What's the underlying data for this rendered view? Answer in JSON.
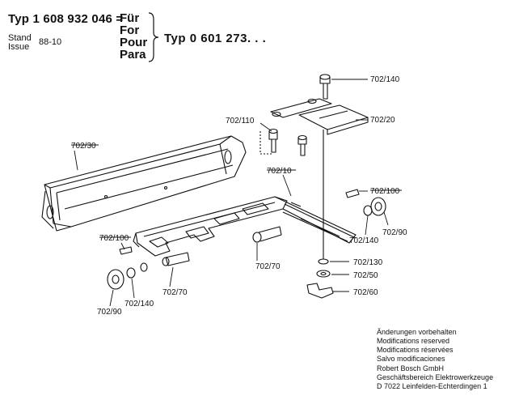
{
  "header": {
    "typ_line": "Typ 1 608 932 046 =",
    "stand_label": "Stand",
    "issue_label": "Issue",
    "issue_value": "88-10",
    "languages": [
      "Für",
      "For",
      "Pour",
      "Para"
    ],
    "target_type": "Typ 0 601 273. . ."
  },
  "parts": {
    "p702_140_top": "702/140",
    "p702_110": "702/110",
    "p702_20": "702/20",
    "p702_30": "702/30",
    "p702_10": "702/10",
    "p702_100_right": "702/100",
    "p702_90_right": "702/90",
    "p702_140_right": "702/140",
    "p702_100_left": "702/100",
    "p702_70_mid": "702/70",
    "p702_130": "702/130",
    "p702_50": "702/50",
    "p702_60": "702/60",
    "p702_70_left": "702/70",
    "p702_90_left": "702/90",
    "p702_140_left": "702/140"
  },
  "footer": {
    "lines": [
      "Änderungen vorbehalten",
      "Modifications reserved",
      "Modifications réservées",
      "Salvo modificaciones",
      "Robert Bosch GmbH",
      "Geschäftsbereich Elektrowerkzeuge",
      "D 7022 Leinfelden-Echterdingen 1"
    ]
  }
}
